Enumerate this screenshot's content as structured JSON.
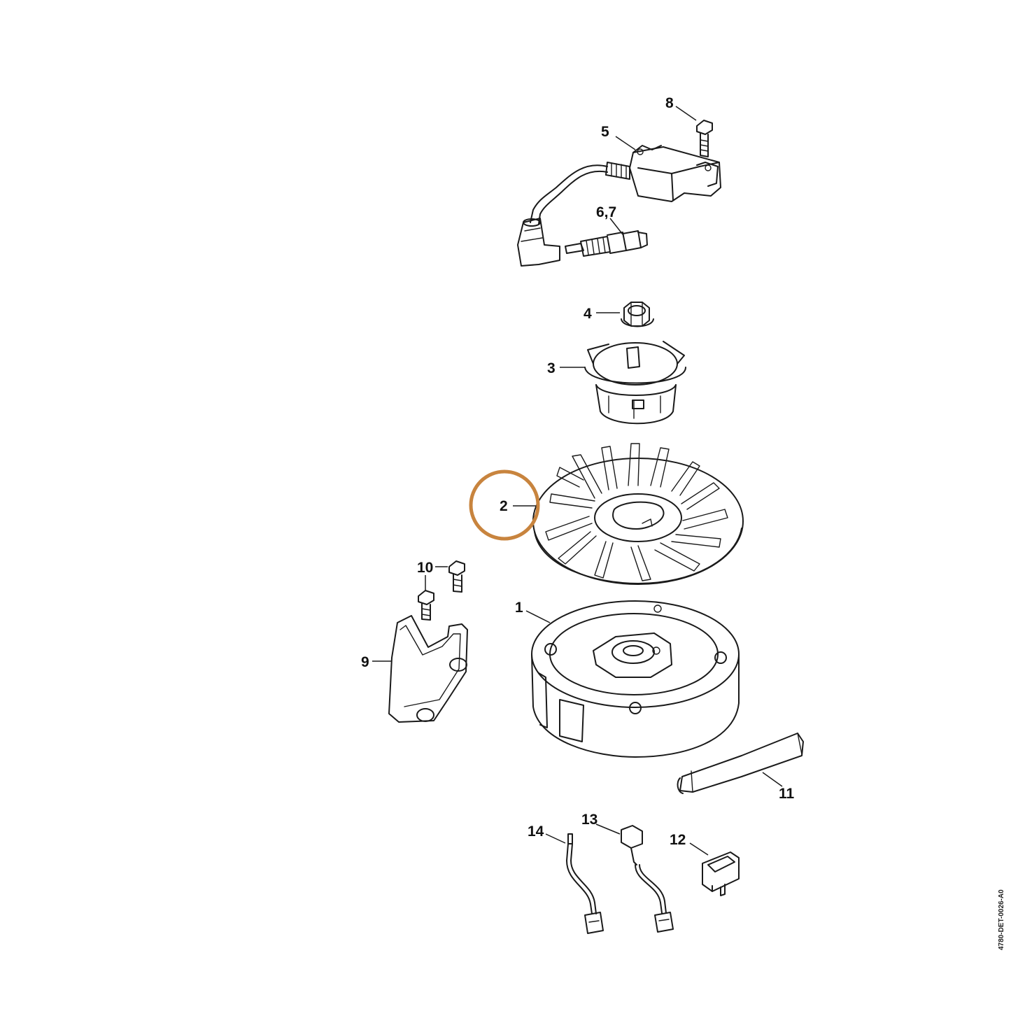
{
  "diagram": {
    "drawing_code": "4780-DET-0026-A0",
    "highlight_color": "#c8843e",
    "highlighted_item": "2",
    "callouts": {
      "c1": "1",
      "c2": "2",
      "c3": "3",
      "c4": "4",
      "c5": "5",
      "c67": "6,7",
      "c8": "8",
      "c9": "9",
      "c10": "10",
      "c11": "11",
      "c12": "12",
      "c13": "13",
      "c14": "14"
    }
  }
}
